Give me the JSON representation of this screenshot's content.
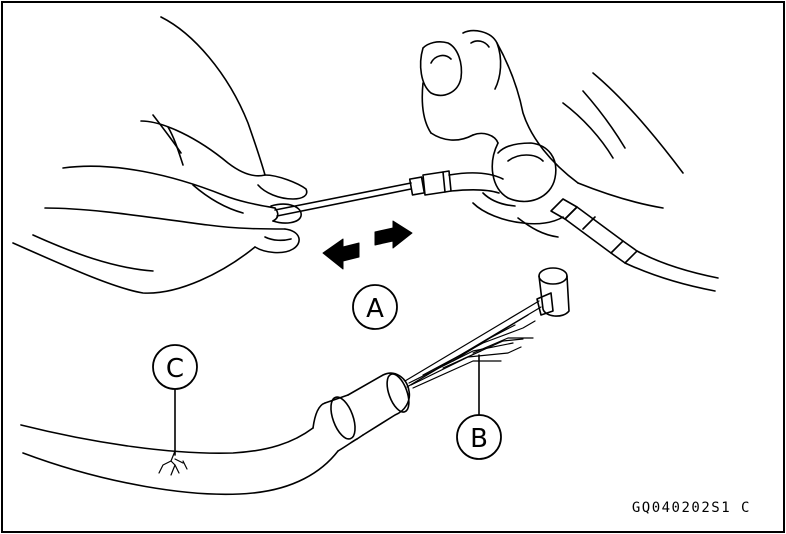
{
  "figure": {
    "callouts": {
      "a": {
        "letter": "A"
      },
      "b": {
        "letter": "B"
      },
      "c": {
        "letter": "C"
      }
    },
    "figure_code": "GQ040202S1  C"
  },
  "colors": {
    "stroke": "#000000",
    "background": "#ffffff"
  }
}
